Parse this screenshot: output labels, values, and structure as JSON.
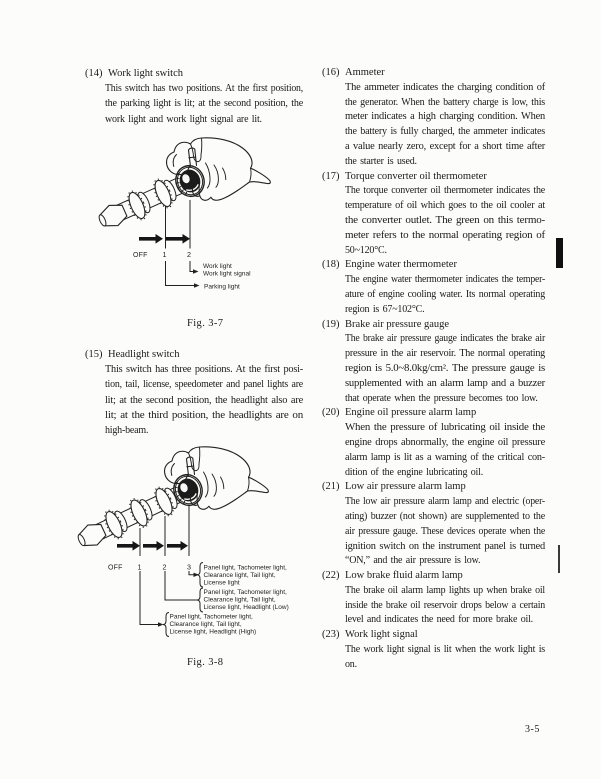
{
  "page": {
    "number": "3-5",
    "ink_color": "#1c1b1a",
    "paper_color": "#fcfcfa"
  },
  "left_column": {
    "sections": [
      {
        "num": "(14)",
        "title": "Work light switch",
        "body_lines": [
          "This switch has two positions.  At the first position,",
          "the parking light is lit; at the second position, the",
          "work light and work light signal are lit."
        ]
      },
      {
        "num": "(15)",
        "title": "Headlight switch",
        "body_lines": [
          "This switch has three positions.  At the first posi-",
          "tion, tail, license, speedometer and panel lights are",
          "lit; at the second position, the headlight also are",
          "lit; at the third position, the headlights are on",
          "high-beam."
        ]
      }
    ]
  },
  "figures": {
    "fig37": {
      "caption": "Fig. 3-7",
      "positions": [
        "OFF",
        "1",
        "2"
      ],
      "labels": {
        "work_light": "Work light",
        "work_light_signal": "Work light signal",
        "parking_light": "Parking light"
      }
    },
    "fig38": {
      "caption": "Fig. 3-8",
      "positions": [
        "OFF",
        "1",
        "2",
        "3"
      ],
      "groups": [
        [
          "Panel light,  Tachometer light,",
          "Clearance light,  Tail light,",
          "License light"
        ],
        [
          "Panel light,  Tachometer light,",
          "Clearance light,  Tail light,",
          "License light,  Headlight (Low)"
        ],
        [
          "Panel light,  Tachometer light,",
          "Clearance light,  Tail light,",
          "License light,  Headlight (High)"
        ]
      ]
    }
  },
  "right_column": {
    "sections": [
      {
        "num": "(16)",
        "title": "Ammeter",
        "body_lines": [
          "The ammeter indicates the charging condition of",
          "the generator.  When the battery charge is low, this",
          "meter indicates a high charging condition.  When",
          "the battery is fully charged, the ammeter indicates",
          "a value nearly zero, except for a short time after",
          "the starter is used."
        ]
      },
      {
        "num": "(17)",
        "title": "Torque converter oil thermometer",
        "body_lines": [
          "The torque converter oil thermometer indicates the",
          "temperature of oil which goes to the oil cooler at",
          "the converter outlet.  The green on this termo-",
          "meter refers to the normal operating region of",
          "50~120°C."
        ]
      },
      {
        "num": "(18)",
        "title": "Engine water thermometer",
        "body_lines": [
          "The engine water thermometer indicates the temper-",
          "ature of engine cooling water.  Its normal operating",
          "region is 67~102°C."
        ]
      },
      {
        "num": "(19)",
        "title": "Brake air pressure gauge",
        "body_lines": [
          "The brake air pressure gauge indicates the brake air",
          "pressure in the air reservoir.  The normal operating",
          "region is 5.0~8.0kg/cm².  The pressure gauge is",
          "supplemented with an alarm lamp and a buzzer",
          "that operate when the pressure becomes too low."
        ]
      },
      {
        "num": "(20)",
        "title": "Engine oil pressure alarm lamp",
        "body_lines": [
          "When the pressure of lubricating oil inside the",
          "engine drops abnormally, the engine oil pressure",
          "alarm lamp is lit as a warning of the critical con-",
          "dition of the engine lubricating oil."
        ]
      },
      {
        "num": "(21)",
        "title": "Low air pressure alarm lamp",
        "body_lines": [
          "The low air pressure alarm lamp and electric (oper-",
          "ating) buzzer (not shown) are supplemented to the",
          "air pressure gauge.  These devices operate when the",
          "ignition switch on the instrument panel is turned",
          "“ON,” and the air pressure is low."
        ]
      },
      {
        "num": "(22)",
        "title": "Low brake fluid alarm lamp",
        "body_lines": [
          "The brake oil alarm lamp lights up when brake oil",
          "inside the brake oil reservoir drops below a certain",
          "level and indicates the need for more brake oil."
        ]
      },
      {
        "num": "(23)",
        "title": "Work light signal",
        "body_lines": [
          "The work light signal is lit when the work light is",
          "on."
        ]
      }
    ]
  }
}
